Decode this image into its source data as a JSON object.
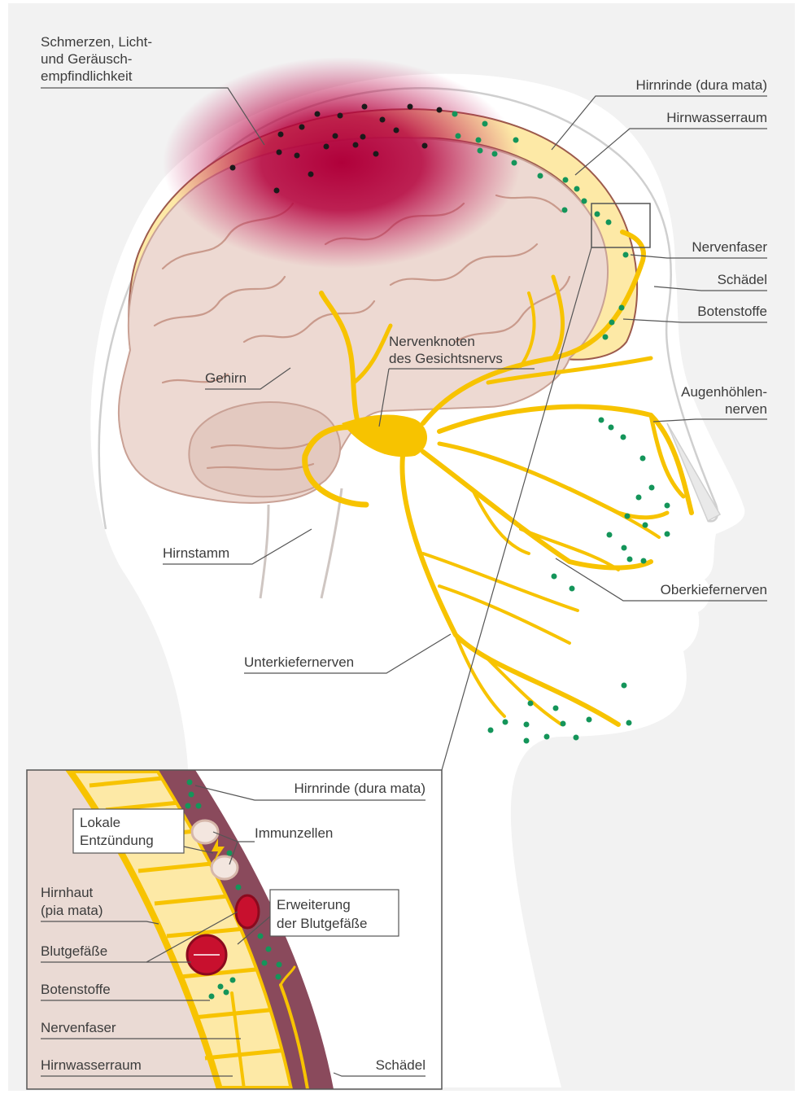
{
  "labels": {
    "pain": [
      "Schmerzen, Licht-",
      "und Geräusch-",
      "empfindlichkeit"
    ],
    "dura_top": "Hirnrinde (dura mata)",
    "csf_top": "Hirnwasserraum",
    "nerve_fiber_top": "Nervenfaser",
    "skull_top": "Schädel",
    "messengers_top": "Botenstoffe",
    "ganglion": [
      "Nervenknoten",
      "des Gesichtsnervs"
    ],
    "brain": "Gehirn",
    "orbital": [
      "Augenhöhlen-",
      "nerven"
    ],
    "brainstem": "Hirnstamm",
    "maxillary": "Oberkiefernerven",
    "mandibular": "Unterkiefernerven"
  },
  "inset": {
    "dura": "Hirnrinde (dura mata)",
    "inflammation": [
      "Lokale",
      "Entzündung"
    ],
    "immune": "Immunzellen",
    "pia": [
      "Hirnhaut",
      "(pia mata)"
    ],
    "dilation": [
      "Erweiterung",
      "der Blutgefäße"
    ],
    "vessels": "Blutgefäße",
    "messengers": "Botenstoffe",
    "nerve_fiber": "Nervenfaser",
    "csf": "Hirnwasserraum",
    "skull": "Schädel"
  },
  "colors": {
    "background": "#f2f2f2",
    "head": "#ffffff",
    "brain": "#edd9d2",
    "nerve": "#f7c300",
    "pain": "#b0003a",
    "messenger_dot": "#14955a",
    "skull_layer": "#8a4a5c"
  }
}
